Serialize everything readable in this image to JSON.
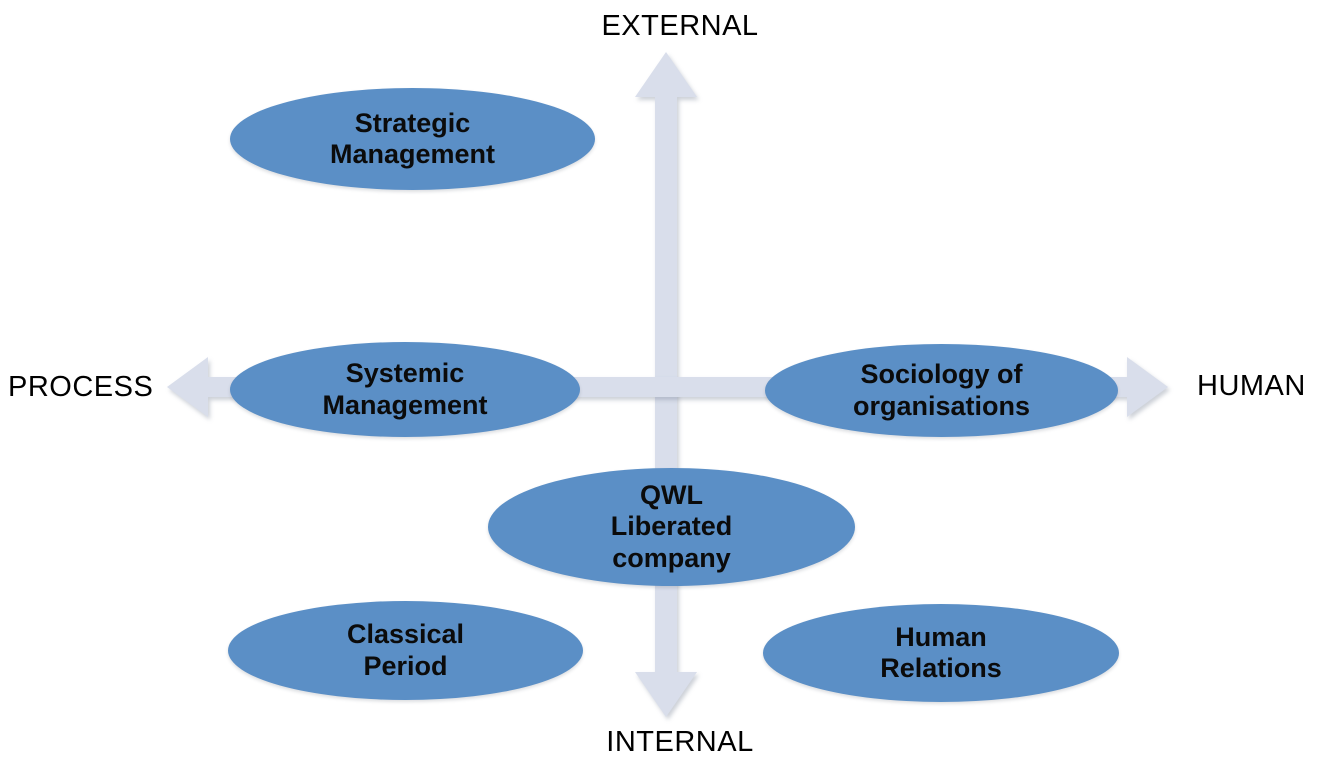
{
  "axes": {
    "top_label": "EXTERNAL",
    "bottom_label": "INTERNAL",
    "left_label": "PROCESS",
    "right_label": "HUMAN"
  },
  "nodes": [
    {
      "id": "strategic-management",
      "lines": [
        "Strategic",
        "Management"
      ]
    },
    {
      "id": "systemic-management",
      "lines": [
        "Systemic",
        "Management"
      ]
    },
    {
      "id": "sociology-of-organisations",
      "lines": [
        "Sociology of",
        "organisations"
      ]
    },
    {
      "id": "qwl-liberated-company",
      "lines": [
        "QWL",
        "Liberated",
        "company"
      ]
    },
    {
      "id": "classical-period",
      "lines": [
        "Classical",
        "Period"
      ]
    },
    {
      "id": "human-relations",
      "lines": [
        "Human",
        "Relations"
      ]
    }
  ],
  "colors": {
    "node_fill": "#5B8FC6",
    "axis_arrow": "#D9DEEB",
    "text": "#0B0B0B",
    "background": "#FFFFFF"
  }
}
